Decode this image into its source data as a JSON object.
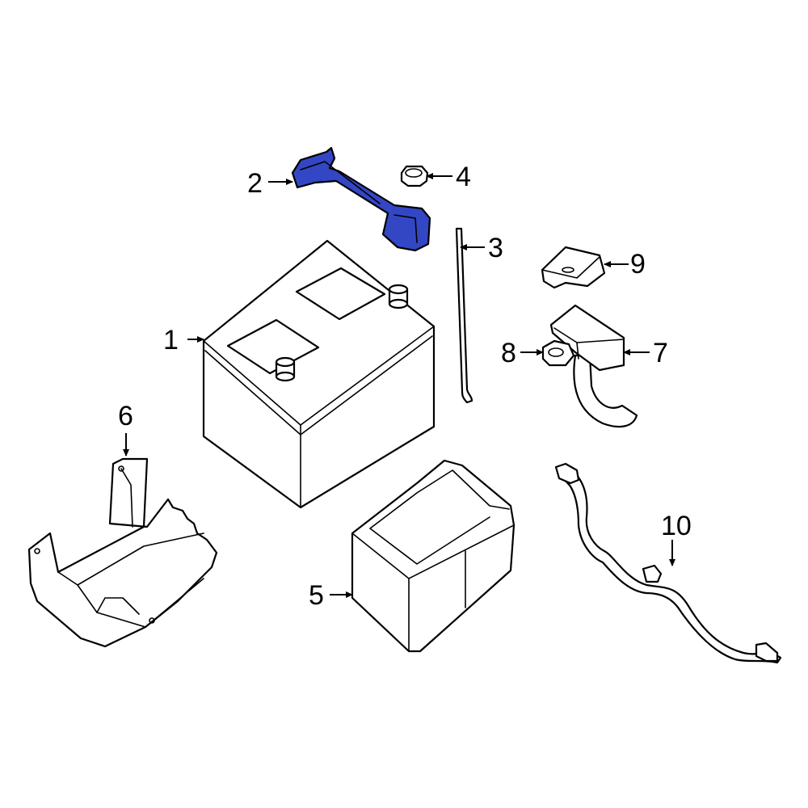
{
  "colors": {
    "highlight": "#3347c4",
    "line": "#000000",
    "background": "#ffffff"
  },
  "callouts": {
    "battery": "1",
    "hold_down_clamp": "2",
    "hold_down_rod": "3",
    "nut": "4",
    "battery_case": "5",
    "battery_tray": "6",
    "terminal_cover": "7",
    "terminal_clamp": "8",
    "fuse_cover": "9",
    "ground_cable": "10"
  }
}
